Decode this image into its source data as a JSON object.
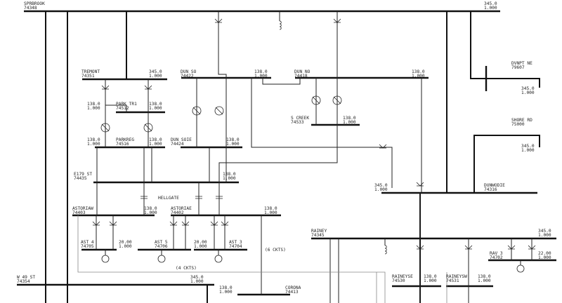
{
  "buses": [
    {
      "id": "sprbrook",
      "name": "SPRBROOK",
      "num": "74348",
      "v": "345.0",
      "pu": "1.000"
    },
    {
      "id": "tremont",
      "name": "TREMONT",
      "num": "74351",
      "v": "345.0",
      "pu": "1.000"
    },
    {
      "id": "dunso",
      "name": "DUN SO",
      "num": "74422",
      "v": "138.0",
      "pu": "1.000"
    },
    {
      "id": "dunno",
      "name": "DUN NO",
      "num": "74418",
      "v": "138.0",
      "pu": "1.000"
    },
    {
      "id": "dvnpt",
      "name": "DVNPT NE",
      "num": "79607",
      "v": "345.0",
      "pu": "1.000"
    },
    {
      "id": "parktr",
      "name": "PARK TR1",
      "num": "74512",
      "v": "138.0",
      "pu": "1.000"
    },
    {
      "id": "screek",
      "name": "S CREEK",
      "num": "74533",
      "v": "138.0",
      "pu": "1.000"
    },
    {
      "id": "shore",
      "name": "SHORE RD",
      "num": "75000",
      "v": "345.0",
      "pu": "1.000"
    },
    {
      "id": "parkreg",
      "name": "PARKREG",
      "num": "74516",
      "v": "138.0",
      "pu": "1.000"
    },
    {
      "id": "dunsoie",
      "name": "DUN SOIE",
      "num": "74424",
      "v": "138.0",
      "pu": "1.000"
    },
    {
      "id": "e179",
      "name": "E179 ST",
      "num": "74435",
      "v": "138.0",
      "pu": "1.000"
    },
    {
      "id": "dunwodie",
      "name": "DUNWODIE",
      "num": "74316",
      "v": "345.0",
      "pu": "1.000"
    },
    {
      "id": "astoriaw",
      "name": "ASTORIAW",
      "num": "74403",
      "v": "138.0",
      "pu": "1.000"
    },
    {
      "id": "astoriae",
      "name": "ASTORIAE",
      "num": "74402",
      "v": "138.0",
      "pu": "1.000"
    },
    {
      "id": "ast4",
      "name": "AST 4",
      "num": "74705",
      "v": "20.00",
      "pu": "1.000"
    },
    {
      "id": "ast5",
      "name": "AST 5",
      "num": "74706",
      "v": "20.00",
      "pu": "1.000"
    },
    {
      "id": "ast3",
      "name": "AST 3",
      "num": "74704",
      "v": "20.00",
      "pu": "1.000"
    },
    {
      "id": "rainey",
      "name": "RAINEY",
      "num": "74345",
      "v": "345.0",
      "pu": "1.000"
    },
    {
      "id": "rav3",
      "name": "RAV 3",
      "num": "74702",
      "v": "22.00",
      "pu": "1.000"
    },
    {
      "id": "w49",
      "name": "W 49 ST",
      "num": "74354",
      "v": "345.0",
      "pu": "1.000"
    },
    {
      "id": "corona",
      "name": "CORONA",
      "num": "74413",
      "v": "138.0",
      "pu": "1.000"
    },
    {
      "id": "raineyse",
      "name": "RAINEYSE",
      "num": "74530",
      "v": "138.0",
      "pu": "1.000"
    },
    {
      "id": "raineysw",
      "name": "RAINEYSW",
      "num": "74531",
      "v": "138.0",
      "pu": "1.000"
    }
  ],
  "notes": {
    "hellgate": "HELLGATE",
    "ckts6": "(6 CKTS)",
    "ckts4": "(4 CKTS)"
  }
}
